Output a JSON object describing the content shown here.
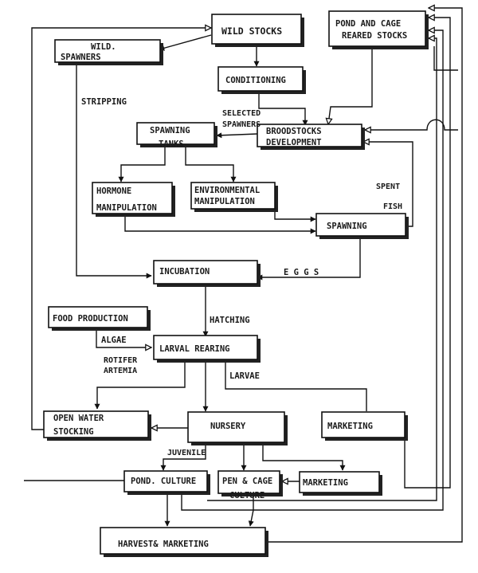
{
  "nodes": {
    "wild_spawners": [
      "WILD.",
      "SPAWNERS"
    ],
    "wild_stocks": [
      "WILD STOCKS"
    ],
    "pond_cage_reared": [
      "POND AND CAGE",
      "REARED STOCKS"
    ],
    "conditioning": [
      "CONDITIONING"
    ],
    "spawning_tanks": [
      "SPAWNING",
      "TANKS"
    ],
    "broodstocks_development": [
      "BROODSTOCKS",
      "DEVELOPMENT"
    ],
    "hormone_manipulation": [
      "HORMONE",
      "MANIPULATION"
    ],
    "environmental_manipulation": [
      "ENVIRONMENTAL",
      "MANIPULATION"
    ],
    "spawning": [
      "SPAWNING"
    ],
    "incubation": [
      "INCUBATION"
    ],
    "food_production": [
      "FOOD PRODUCTION"
    ],
    "larval_rearing": [
      "LARVAL REARING"
    ],
    "open_water_stocking": [
      "OPEN WATER",
      "STOCKING"
    ],
    "nursery": [
      "NURSERY"
    ],
    "marketing_right": [
      "MARKETING"
    ],
    "pond_culture": [
      "POND. CULTURE"
    ],
    "pen_cage_culture": [
      "PEN & CAGE",
      "CULTURE"
    ],
    "marketing_bottom": [
      "MARKETING"
    ],
    "harvest_marketing": [
      "HARVEST& MARKETING"
    ]
  },
  "edge_labels": {
    "stripping": "STRIPPING",
    "selected_spawners": [
      "SELECTED",
      "SPAWNERS"
    ],
    "spent_fish": [
      "SPENT",
      "FISH"
    ],
    "eggs": "E G G S",
    "hatching": "HATCHING",
    "algae": "ALGAE",
    "rotifer_artemia": [
      "ROTIFER",
      "ARTEMIA"
    ],
    "larvae": "LARVAE",
    "juvenile": "JUVENILE"
  }
}
